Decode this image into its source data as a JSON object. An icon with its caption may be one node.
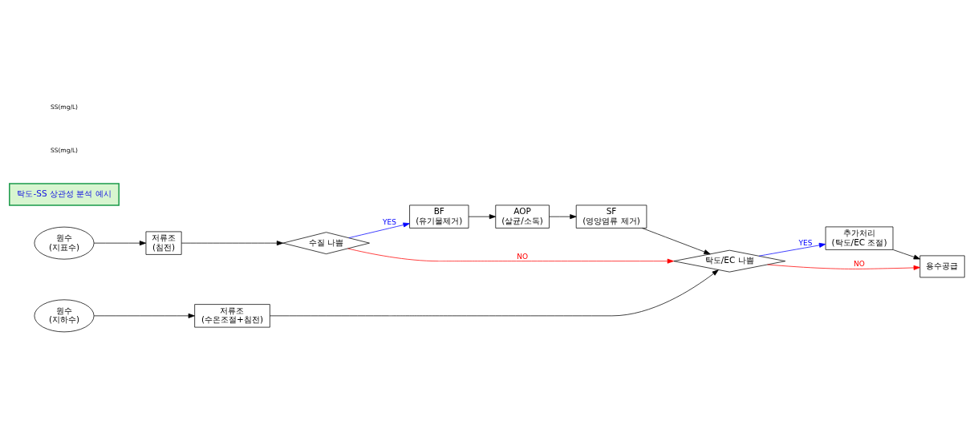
{
  "diagram": {
    "nodes": [
      {
        "text": [
          "원수",
          "(지표수)"
        ]
      },
      {
        "text": [
          "저류조",
          "(침전)"
        ]
      },
      {
        "text": [
          "BF",
          "(유기물제거)"
        ]
      },
      {
        "text": [
          "AOP",
          "(살균/소독)"
        ]
      },
      {
        "text": [
          "SF",
          "(영양염류 제거)"
        ]
      },
      {
        "text": [
          "추가처리",
          "(탁도/EC 조절)"
        ]
      },
      {
        "text": [
          "수질 나쁨"
        ]
      },
      {
        "text": [
          "탁도/EC 나쁨"
        ]
      },
      {
        "text": [
          "원수",
          "(지하수)"
        ]
      },
      {
        "text": [
          "저류조",
          "(수온조절+침전)"
        ]
      },
      {
        "text": [
          "용수공급"
        ]
      },
      {
        "text": [
          "탁도-SS 상관성 분석 예시"
        ]
      }
    ],
    "edges": [
      {
        "from": 0,
        "to": 1,
        "arrow": "to"
      },
      {
        "from": 1,
        "to": 6,
        "arrow": "to"
      },
      {
        "from": 6,
        "to": 2,
        "arrow": "to",
        "label": "YES",
        "color": "#0000ff"
      },
      {
        "from": 6,
        "to": 7,
        "arrow": "to",
        "label": "NO",
        "color": "#ff0000"
      },
      {
        "from": 2,
        "to": 3,
        "arrow": "to"
      },
      {
        "from": 3,
        "to": 4,
        "arrow": "to"
      },
      {
        "from": 4,
        "to": 7,
        "arrow": "to"
      },
      {
        "from": 7,
        "to": 5,
        "arrow": "to",
        "label": "YES",
        "color": "#0000ff"
      },
      {
        "from": 7,
        "to": 10,
        "arrow": "to",
        "label": "NO",
        "color": "#ff0000"
      },
      {
        "from": 5,
        "to": 10,
        "arrow": "to"
      },
      {
        "from": 8,
        "to": 9,
        "arrow": "to"
      },
      {
        "from": 9,
        "to": 7,
        "arrow": "to"
      }
    ],
    "labels": [
      "SS(mg/L)",
      "SS(mg/L)"
    ]
  }
}
